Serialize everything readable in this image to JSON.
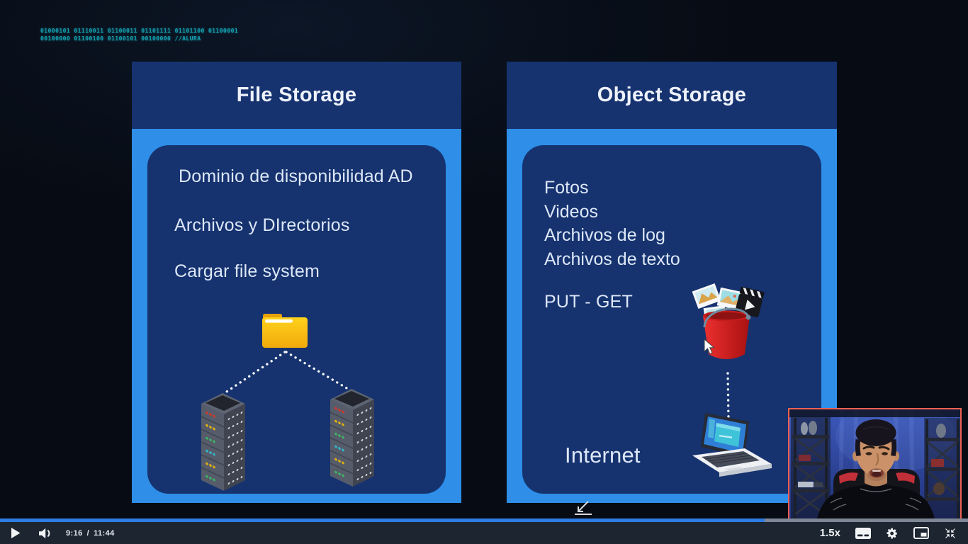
{
  "overlay": {
    "binary_line1": "01000101 01110011 01100011 01101111 01101100 01100001",
    "binary_line2": "00100000 01100100 01100101 00100000 //ALURA"
  },
  "slide": {
    "left_panel": {
      "title": "File Storage",
      "items": [
        "Dominio de disponibilidad AD",
        "Archivos y DIrectorios",
        "Cargar file system"
      ],
      "icons": [
        "folder-icon",
        "server-icon",
        "server-icon"
      ]
    },
    "right_panel": {
      "title": "Object Storage",
      "items": [
        "Fotos",
        "Videos",
        "Archivos de log",
        "Archivos de texto"
      ],
      "methods_label": "PUT - GET",
      "internet_label": "Internet",
      "icons": [
        "photos-icon",
        "clapperboard-icon",
        "bucket-icon",
        "laptop-icon"
      ]
    }
  },
  "player": {
    "current_time": "9:16",
    "time_separator": "/",
    "duration": "11:44",
    "playback_rate": "1.5x",
    "progress_percent": 79,
    "icons": [
      "play-icon",
      "volume-icon",
      "captions-icon",
      "settings-gear-icon",
      "miniplayer-icon",
      "fullscreen-exit-icon"
    ]
  },
  "colors": {
    "stage_bg": "#070b13",
    "panel_navy": "#16336f",
    "panel_frame_blue": "#2e8ee8",
    "slide_text": "#dde7f7",
    "binary_teal": "#16a4b4",
    "controls_bg": "#1c2530",
    "progress_played": "#2d7de2",
    "progress_track": "#7e8795",
    "webcam_border": "#ee6053",
    "folder_yellow": "#f8bf15",
    "bucket_red": "#da2222",
    "control_icon": "#f2f3f5"
  }
}
